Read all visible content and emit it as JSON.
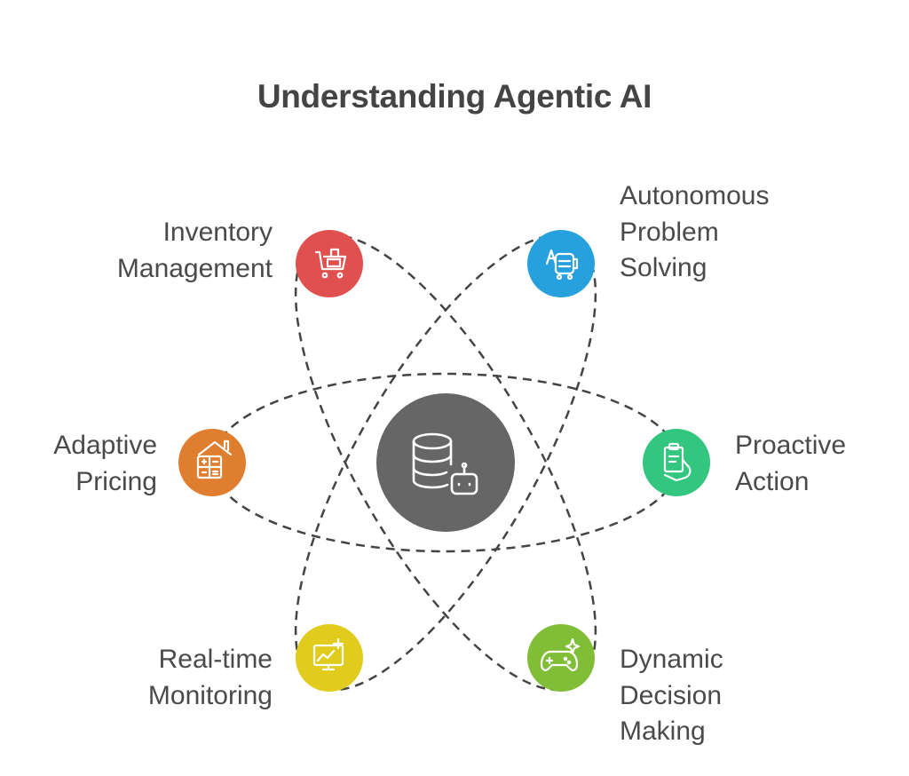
{
  "title": "Understanding Agentic AI",
  "center": {
    "icon": "database-robot-icon",
    "color": "#666666"
  },
  "nodes": [
    {
      "id": "inventory",
      "label_lines": [
        "Inventory",
        "Management"
      ],
      "icon": "shopping-cart-icon",
      "color": "#E0504F"
    },
    {
      "id": "autonomous",
      "label_lines": [
        "Autonomous",
        "Problem",
        "Solving"
      ],
      "icon": "robot-translate-icon",
      "color": "#27A1DD"
    },
    {
      "id": "adaptive",
      "label_lines": [
        "Adaptive",
        "Pricing"
      ],
      "icon": "house-calculator-icon",
      "color": "#E07E2F"
    },
    {
      "id": "proactive",
      "label_lines": [
        "Proactive",
        "Action"
      ],
      "icon": "clipboard-hand-icon",
      "color": "#33C67F"
    },
    {
      "id": "realtime",
      "label_lines": [
        "Real-time",
        "Monitoring"
      ],
      "icon": "monitor-chart-icon",
      "color": "#E1CB1C"
    },
    {
      "id": "dynamic",
      "label_lines": [
        "Dynamic",
        "Decision",
        "Making"
      ],
      "icon": "gamepad-sparkle-icon",
      "color": "#80BE37"
    }
  ]
}
